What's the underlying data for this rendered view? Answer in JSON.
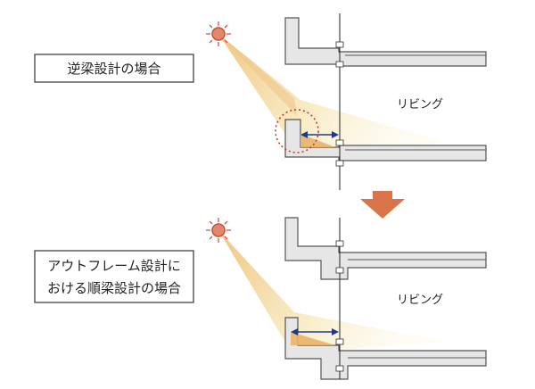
{
  "top": {
    "label": "逆梁設計の場合",
    "room": "リビング"
  },
  "bottom": {
    "label_line1": "アウトフレーム設計に",
    "label_line2": "おける順梁設計の場合",
    "room": "リビング"
  },
  "colors": {
    "concrete_fill": "#e6e6e6",
    "concrete_stroke": "#555555",
    "light_beam": "#f5e6b8",
    "shadow_area": "#e8b46a",
    "sun": "#d9534f",
    "arrow_down": "#d9734a",
    "measure_arrow": "#1f3a8a",
    "circle_highlight": "#c0392b"
  },
  "icons": [
    "sun-icon",
    "down-arrow-icon"
  ]
}
